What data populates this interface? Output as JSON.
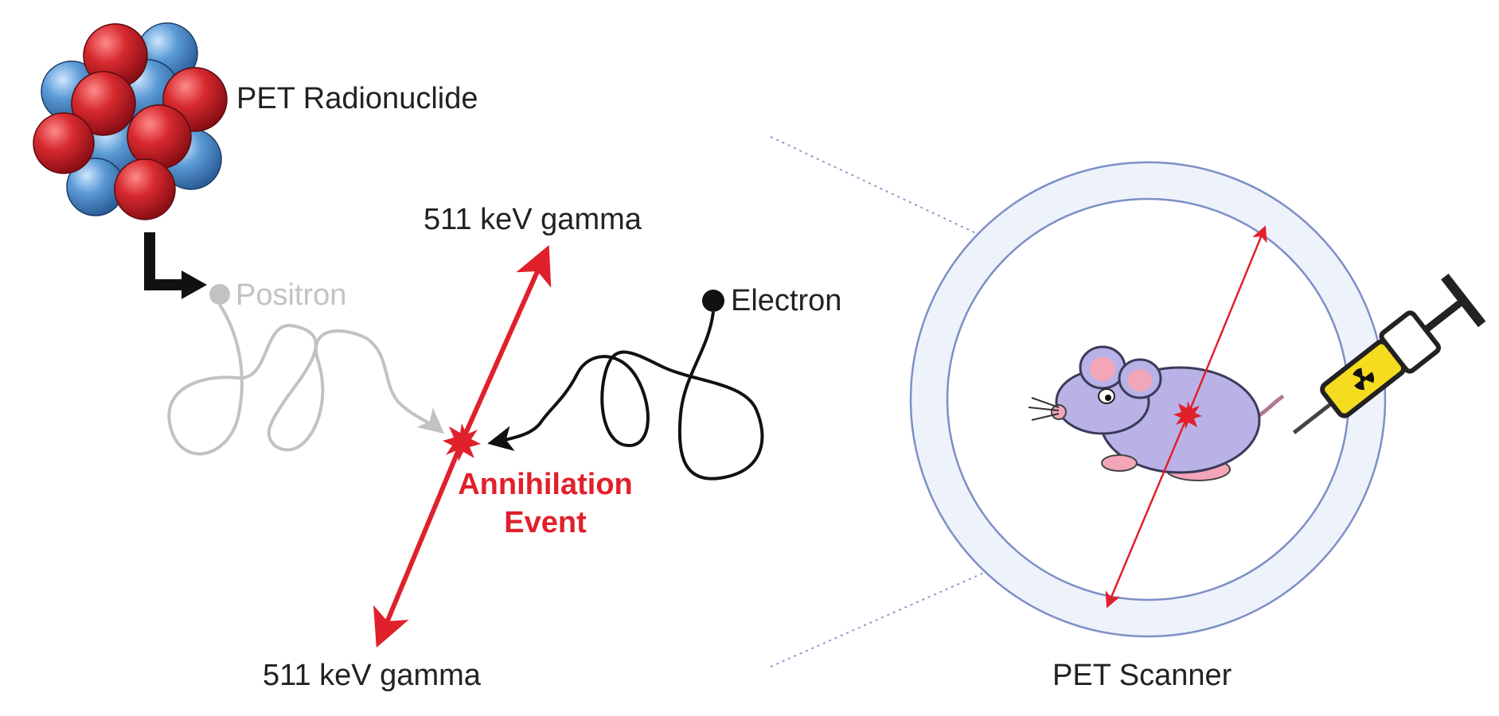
{
  "labels": {
    "radionuclide": "PET Radionuclide",
    "positron": "Positron",
    "electron": "Electron",
    "gamma_top": "511 keV gamma",
    "gamma_bottom": "511 keV gamma",
    "annihilation_line1": "Annihilation",
    "annihilation_line2": "Event",
    "scanner": "PET Scanner"
  },
  "colors": {
    "proton_red": "#d0242c",
    "neutron_blue": "#5b9bd5",
    "gamma_red": "#e0202b",
    "positron_gray": "#c2c2c2",
    "electron_black": "#111111",
    "ring_blue": "#c9d4ee",
    "ring_outline": "#7d8fc7",
    "mouse_purple": "#b9b2e6",
    "mouse_pink": "#f3a6b8",
    "syringe_yellow": "#f6dc1e"
  },
  "icons": {
    "nucleus": "nucleus-icon",
    "mouse": "mouse-icon",
    "syringe": "syringe-icon",
    "radiation": "radiation-trefoil-icon",
    "star": "annihilation-star-icon"
  }
}
